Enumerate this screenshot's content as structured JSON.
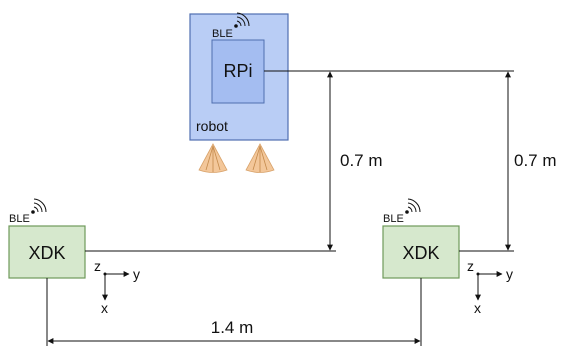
{
  "labels": {
    "ble": "BLE",
    "rpi": "RPi",
    "robot": "robot",
    "xdk": "XDK",
    "axis_z": "z",
    "axis_y": "y",
    "axis_x": "x",
    "vertical_distance": "0.7 m",
    "horizontal_distance": "1.4 m"
  },
  "colors": {
    "robot_fill": "#b9cdf5",
    "robot_stroke": "#4f6fb0",
    "rpi_fill": "#a4bdf1",
    "xdk_fill": "#d6e8cd",
    "xdk_stroke": "#6e9a5a",
    "sensor_cone": "#f3c79a",
    "line": "#111111"
  },
  "icons": [
    "wifi-signal-icon",
    "ultrasonic-sensor-icon",
    "axis-arrow-icon"
  ]
}
